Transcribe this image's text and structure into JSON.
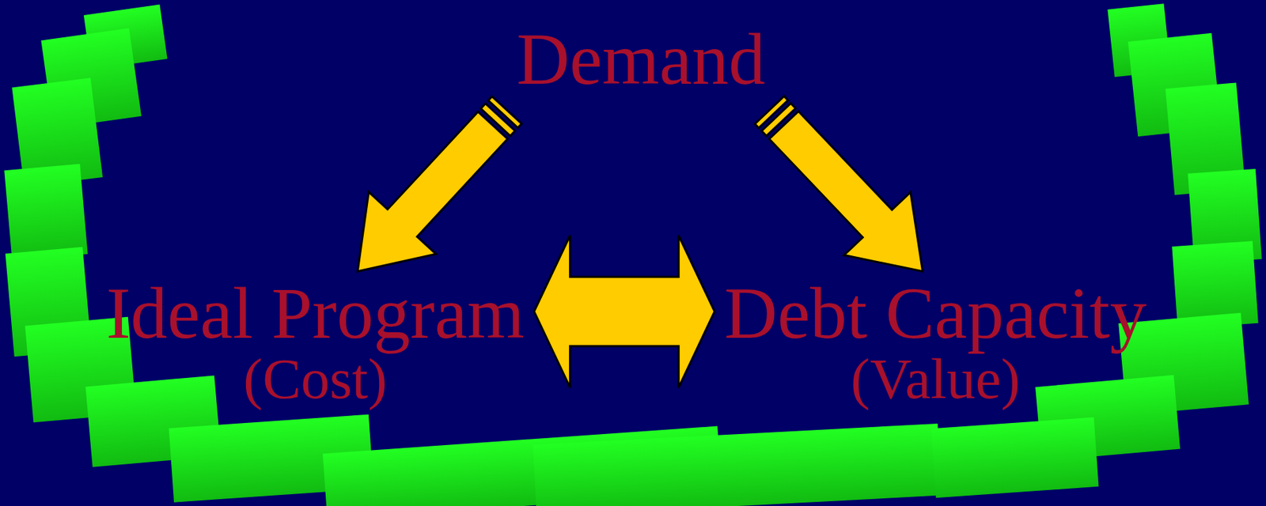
{
  "diagram": {
    "nodes": [
      {
        "text": [
          "Demand"
        ]
      },
      {
        "text": [
          "Ideal Program",
          "(Cost)"
        ]
      },
      {
        "text": [
          "Debt Capacity",
          "(Value)"
        ]
      }
    ],
    "edges": [
      {
        "from": 0,
        "to": 1,
        "arrow": "to"
      },
      {
        "from": 0,
        "to": 2,
        "arrow": "to"
      },
      {
        "from": 1,
        "to": 2,
        "arrow": "both"
      }
    ]
  }
}
